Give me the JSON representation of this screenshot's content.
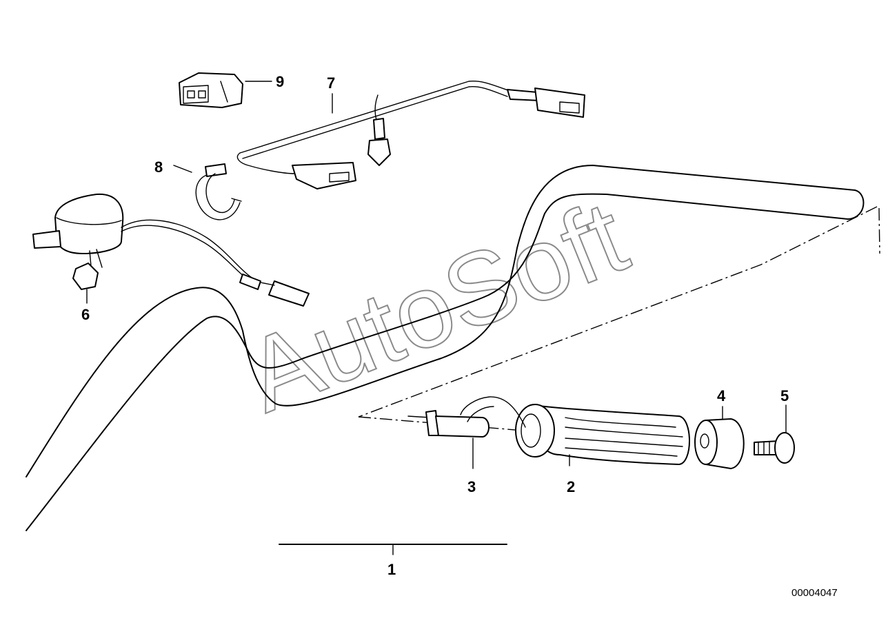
{
  "watermark": "AutoSoft",
  "reference_number": "00004047",
  "callouts": [
    {
      "id": "1",
      "label": "1"
    },
    {
      "id": "2",
      "label": "2"
    },
    {
      "id": "3",
      "label": "3"
    },
    {
      "id": "4",
      "label": "4"
    },
    {
      "id": "5",
      "label": "5"
    },
    {
      "id": "6",
      "label": "6"
    },
    {
      "id": "7",
      "label": "7"
    },
    {
      "id": "8",
      "label": "8"
    },
    {
      "id": "9",
      "label": "9"
    }
  ]
}
